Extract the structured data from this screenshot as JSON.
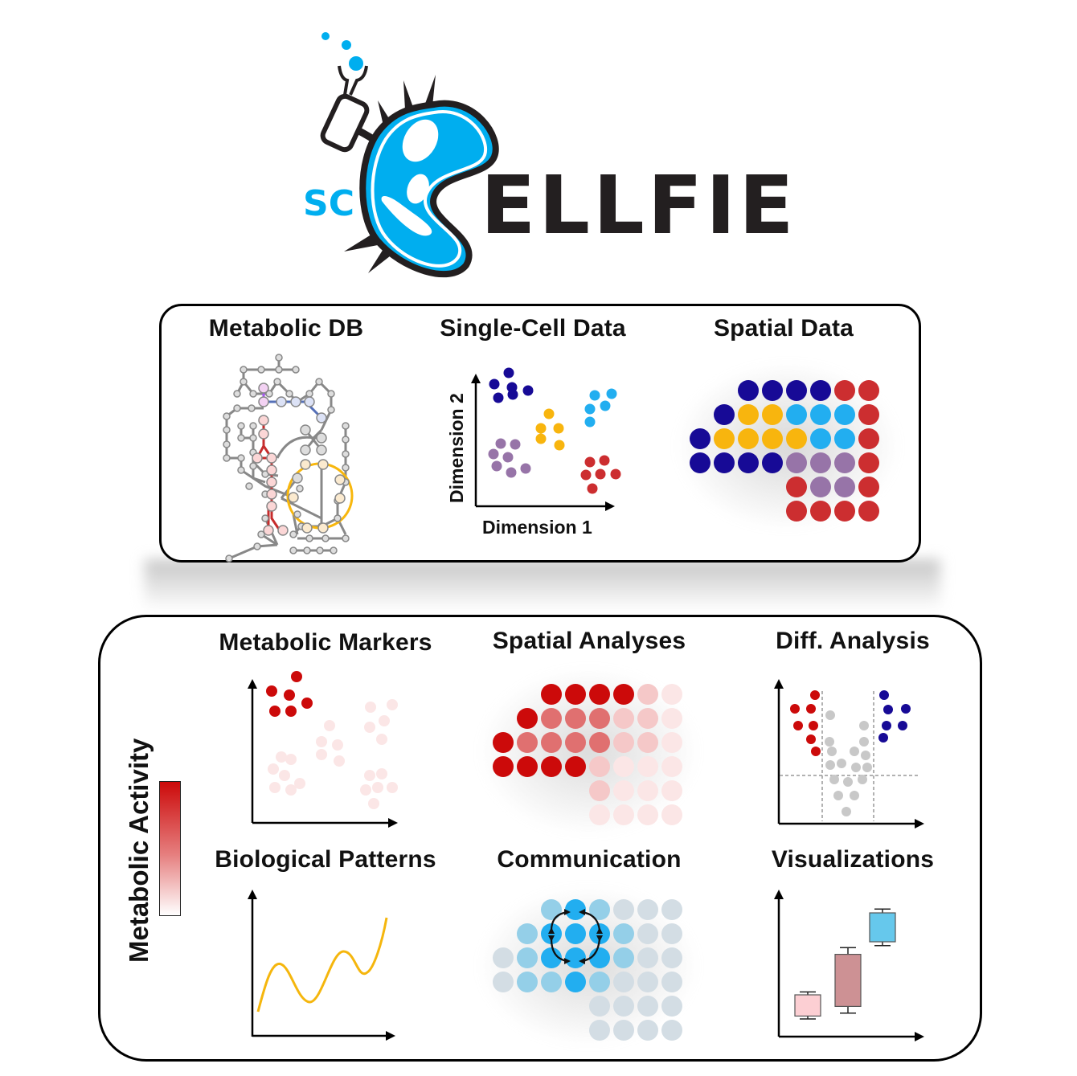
{
  "logo": {
    "prefix": "SC",
    "word": "ELLFIE",
    "accent": "#00aeef",
    "ink": "#231f20"
  },
  "inputs": {
    "panels": [
      {
        "title": "Metabolic DB"
      },
      {
        "title": "Single-Cell Data",
        "xlabel": "Dimension 1",
        "ylabel": "Dimension 2"
      },
      {
        "title": "Spatial Data"
      }
    ]
  },
  "outputs": {
    "colorbar_label": "Metabolic Activity",
    "colorbar_colors": [
      "#cc0a0a",
      "#ffffff"
    ],
    "panels": [
      {
        "title": "Metabolic Markers"
      },
      {
        "title": "Spatial Analyses"
      },
      {
        "title": "Diff. Analysis"
      },
      {
        "title": "Biological Patterns"
      },
      {
        "title": "Communication"
      },
      {
        "title": "Visualizations"
      }
    ]
  },
  "colors": {
    "navy": "#170a96",
    "yellow": "#f8b50e",
    "cyan": "#22aef0",
    "purple": "#9774a8",
    "red": "#cc2e30",
    "deepred": "#cc0a0a",
    "midred": "#e07070",
    "lightred": "#f5c8c8",
    "palered": "#fbe6e6",
    "gray": "#c8c8c8",
    "greyblue": "#d3dde4",
    "lightblue": "#94cfe8"
  },
  "spatial_grid": {
    "rows": [
      [
        "",
        "",
        "navy",
        "navy",
        "navy",
        "navy",
        "red",
        "red"
      ],
      [
        "",
        "navy",
        "yellow",
        "yellow",
        "cyan",
        "cyan",
        "cyan",
        "red"
      ],
      [
        "navy",
        "yellow",
        "yellow",
        "yellow",
        "yellow",
        "cyan",
        "cyan",
        "red"
      ],
      [
        "navy",
        "navy",
        "navy",
        "navy",
        "purple",
        "purple",
        "purple",
        "red"
      ],
      [
        "",
        "",
        "",
        "",
        "red",
        "purple",
        "purple",
        "red"
      ],
      [
        "",
        "",
        "",
        "",
        "red",
        "red",
        "red",
        "red"
      ]
    ]
  },
  "spatial_analysis_grid": {
    "rows": [
      [
        "",
        "",
        "deepred",
        "deepred",
        "deepred",
        "deepred",
        "lightred",
        "palered"
      ],
      [
        "",
        "deepred",
        "midred",
        "midred",
        "midred",
        "lightred",
        "lightred",
        "palered"
      ],
      [
        "deepred",
        "midred",
        "midred",
        "midred",
        "midred",
        "lightred",
        "lightred",
        "palered"
      ],
      [
        "deepred",
        "deepred",
        "deepred",
        "deepred",
        "lightred",
        "palered",
        "palered",
        "palered"
      ],
      [
        "",
        "",
        "",
        "",
        "lightred",
        "palered",
        "palered",
        "palered"
      ],
      [
        "",
        "",
        "",
        "",
        "palered",
        "palered",
        "palered",
        "palered"
      ]
    ]
  },
  "communication_grid": {
    "rows": [
      [
        "",
        "",
        "lightblue",
        "cyan",
        "lightblue",
        "greyblue",
        "greyblue",
        "greyblue"
      ],
      [
        "",
        "lightblue",
        "cyan",
        "cyan",
        "cyan",
        "lightblue",
        "greyblue",
        "greyblue"
      ],
      [
        "greyblue",
        "lightblue",
        "cyan",
        "cyan",
        "cyan",
        "lightblue",
        "greyblue",
        "greyblue"
      ],
      [
        "greyblue",
        "lightblue",
        "lightblue",
        "cyan",
        "lightblue",
        "greyblue",
        "greyblue",
        "greyblue"
      ],
      [
        "",
        "",
        "",
        "",
        "greyblue",
        "greyblue",
        "greyblue",
        "greyblue"
      ],
      [
        "",
        "",
        "",
        "",
        "greyblue",
        "greyblue",
        "greyblue",
        "greyblue"
      ]
    ]
  },
  "boxplots": [
    {
      "fill": "#fccfd3",
      "whisker_low": 1.0,
      "q1": 1.3,
      "q3": 3.5,
      "whisker_high": 3.8
    },
    {
      "fill": "#cd9194",
      "whisker_low": 1.6,
      "q1": 2.3,
      "q3": 7.7,
      "whisker_high": 8.4
    },
    {
      "fill": "#66c8ec",
      "whisker_low": 8.6,
      "q1": 9.0,
      "q3": 12.0,
      "whisker_high": 12.4
    }
  ]
}
